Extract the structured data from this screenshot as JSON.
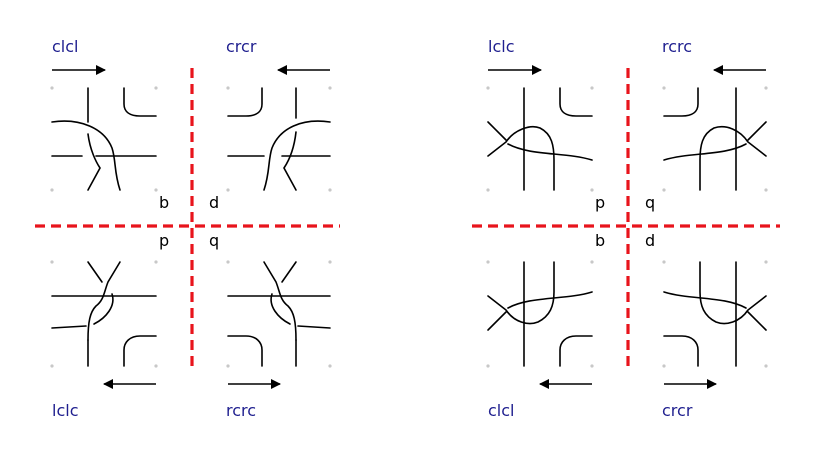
{
  "colors": {
    "label": "#1f1f8f",
    "divider": "#e8141c",
    "ink": "#000000",
    "dot": "#c8c8c8"
  },
  "left_diagram": {
    "labels": {
      "top_left": "clcl",
      "top_right": "crcr",
      "bottom_left": "lclc",
      "bottom_right": "rcrc"
    },
    "letters": {
      "upper_left": "b",
      "upper_right": "d",
      "lower_left": "p",
      "lower_right": "q"
    },
    "arrows": {
      "top_left": "right",
      "top_right": "left",
      "bottom_left": "left",
      "bottom_right": "right"
    }
  },
  "right_diagram": {
    "labels": {
      "top_left": "lclc",
      "top_right": "rcrc",
      "bottom_left": "clcl",
      "bottom_right": "crcr"
    },
    "letters": {
      "upper_left": "p",
      "upper_right": "q",
      "lower_left": "b",
      "lower_right": "d"
    },
    "arrows": {
      "top_left": "right",
      "top_right": "left",
      "bottom_left": "left",
      "bottom_right": "right"
    }
  }
}
